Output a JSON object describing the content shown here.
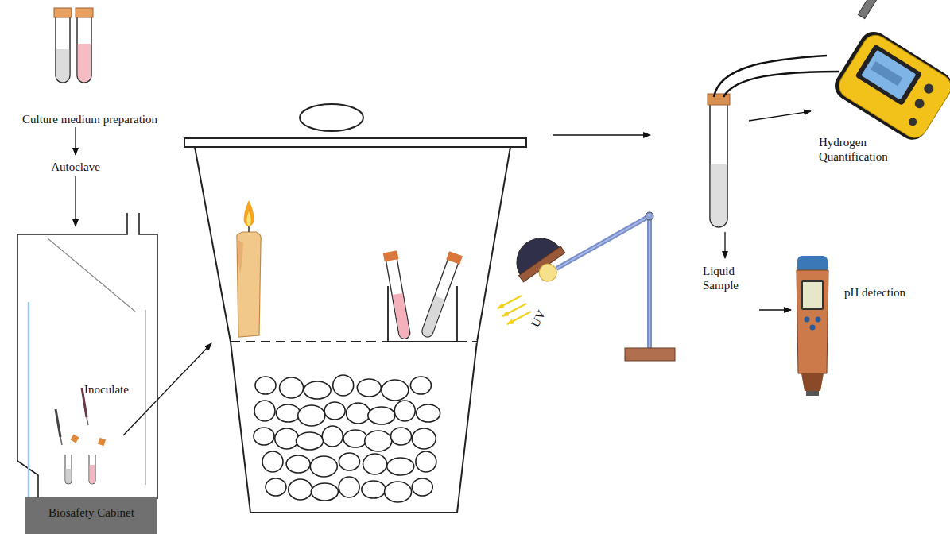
{
  "diagram": {
    "nodes": [
      {
        "text": [
          "Inoculate",
          "Biosafety Cabinet"
        ]
      }
    ],
    "labels": [
      "Culture medium preparation",
      "Autoclave",
      "UV",
      "Hydrogen Quantification",
      "Liquid Sample",
      "pH detection"
    ]
  }
}
